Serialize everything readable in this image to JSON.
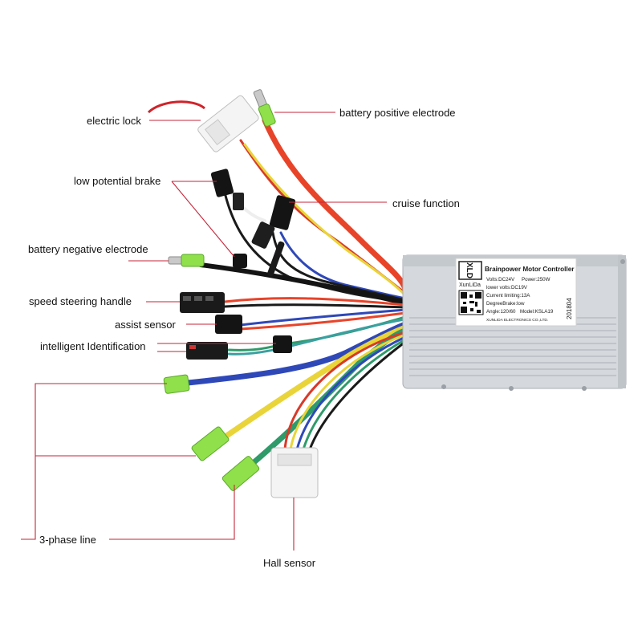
{
  "labels": {
    "electric_lock": "electric lock",
    "battery_positive": "battery positive electrode",
    "low_potential_brake": "low potential brake",
    "cruise_function": "cruise function",
    "battery_negative": "battery negative electrode",
    "speed_handle": "speed steering handle",
    "assist_sensor": "assist sensor",
    "intelligent_id": "intelligent Identification",
    "three_phase": "3-phase line",
    "hall_sensor": "Hall sensor"
  },
  "controller": {
    "brand_logo": "XLD",
    "brand_sub": "XunLiDa",
    "title": "Brainpower Motor Controller",
    "volts": "Volts:DC24V",
    "power": "Power:250W",
    "lower_volts": "lower volts:DC19V",
    "current": "Current limiting:13A",
    "degree": "DegreeBrake:low",
    "angle": "Angle:120/60",
    "model": "Model:KSLA19",
    "company": "XUNLIDA ELECTRONICS CO.,LTD.",
    "date_code": "201804"
  },
  "colors": {
    "leader_line": "#c6263a",
    "housing": "#d5d9dd",
    "connector_green": "#8fe04a",
    "wire_red": "#e8442a",
    "wire_yellow": "#e9d43a",
    "wire_blue": "#2f48b8",
    "wire_green": "#2f9a6a",
    "wire_black": "#1a1a1a"
  }
}
